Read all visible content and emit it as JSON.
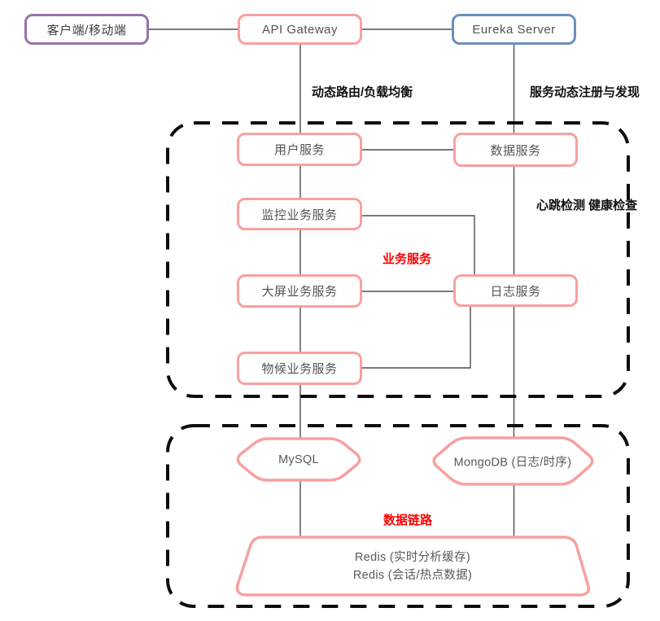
{
  "nodes": {
    "client": "客户端/移动端",
    "api_gateway": "API Gateway",
    "eureka": "Eureka Server",
    "user_service": "用户服务",
    "data_service": "数据服务",
    "monitor_service": "监控业务服务",
    "bigscreen_service": "大屏业务服务",
    "log_service": "日志服务",
    "phenology_service": "物候业务服务",
    "mysql": "MySQL",
    "mongodb": "MongoDB (日志/时序)",
    "redis_line1": "Redis (实时分析缓存)",
    "redis_line2": "Redis (会话/热点数据)"
  },
  "labels": {
    "routing": "动态路由/负载均衡",
    "registry": "服务动态注册与发现",
    "heartbeat": "心跳检测 健康检查",
    "business_group": "业务服务",
    "data_link_group": "数据链路"
  },
  "colors": {
    "client_border": "#9673a6",
    "service_border": "#f8a0a0",
    "eureka_border": "#6c8ebf",
    "group_label_text": "#fe0000",
    "edge_label_text": "#111111",
    "connector": "#4d4d4d",
    "dashed_border": "#0d0d0d",
    "node_text": "#545454"
  }
}
